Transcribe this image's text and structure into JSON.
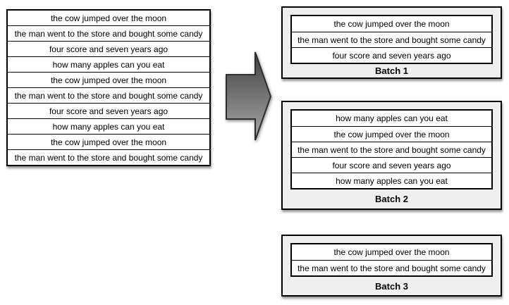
{
  "colors": {
    "batch_bg": "#efefef",
    "box_border": "#000000",
    "arrow_top": "#414141",
    "arrow_bottom": "#a8a8a8",
    "arrow_stroke": "#2e2e2e"
  },
  "icons": {
    "flow_arrow": "block-right-arrow"
  },
  "source_list": {
    "rows": [
      "the cow jumped over the moon",
      "the man went to the store and bought some candy",
      "four score and seven years ago",
      "how many apples can you eat",
      "the cow jumped over the moon",
      "the man went to the store and bought some candy",
      "four score and seven years ago",
      "how many apples can you eat",
      "the cow jumped over the moon",
      "the man went to the store and bought some candy"
    ]
  },
  "batches": [
    {
      "label": "Batch 1",
      "rows": [
        "the cow jumped over the moon",
        "the man went to the store and bought some candy",
        "four score and seven years ago"
      ]
    },
    {
      "label": "Batch 2",
      "rows": [
        "how many apples can you eat",
        "the cow jumped over the moon",
        "the man went to the store and bought some candy",
        "four score and seven years ago",
        "how many apples can you eat"
      ]
    },
    {
      "label": "Batch 3",
      "rows": [
        "the cow jumped over the moon",
        "the man went to the store and bought some candy"
      ]
    }
  ]
}
